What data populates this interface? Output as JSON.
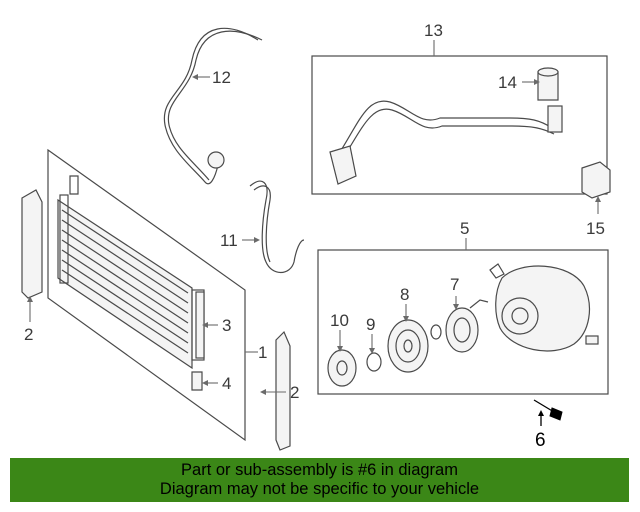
{
  "callouts": {
    "n1": "1",
    "n2a": "2",
    "n2b": "2",
    "n3": "3",
    "n4": "4",
    "n5": "5",
    "n6": "6",
    "n7": "7",
    "n8": "8",
    "n9": "9",
    "n10": "10",
    "n11": "11",
    "n12": "12",
    "n13": "13",
    "n14": "14",
    "n15": "15"
  },
  "highlighted_part": "6",
  "colors": {
    "banner": "#3b8717",
    "line": "#4a4a4a"
  },
  "banner": {
    "line1": "Part or sub-assembly is #6 in diagram",
    "line2": "Diagram may not be specific to your vehicle"
  }
}
